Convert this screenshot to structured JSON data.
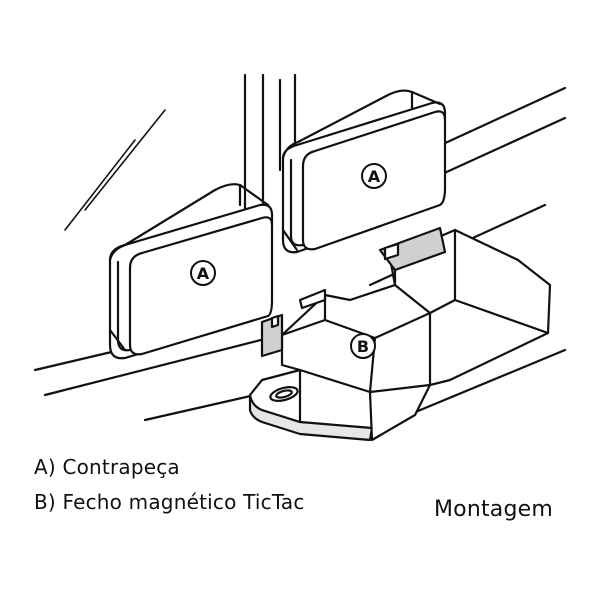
{
  "callouts": {
    "a_left": "A",
    "a_right": "A",
    "b": "B"
  },
  "legend": {
    "a": "A) Contrapeça",
    "b": "B) Fecho magnético TicTac"
  },
  "title": "Montagem",
  "colors": {
    "stroke": "#111111",
    "fill_light": "#ffffff",
    "fill_shade": "#e6e6e6",
    "fill_dark": "#d0d0d0"
  }
}
